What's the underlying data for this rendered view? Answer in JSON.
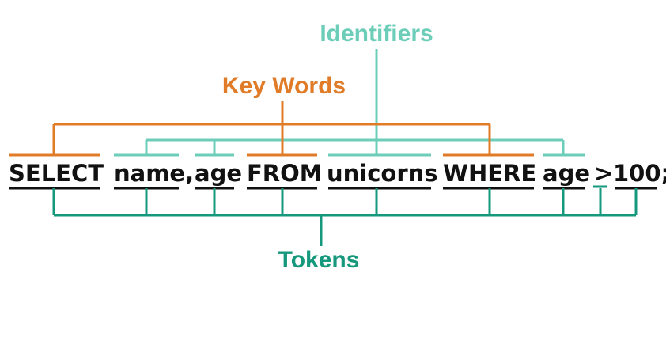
{
  "labels": {
    "identifiers": "Identifiers",
    "keywords": "Key Words",
    "tokens": "Tokens"
  },
  "tokens": [
    {
      "text": "SELECT",
      "kind": "keyword"
    },
    {
      "text": "name,",
      "kind": "identifier"
    },
    {
      "text": "age",
      "kind": "identifier"
    },
    {
      "text": "FROM",
      "kind": "keyword"
    },
    {
      "text": "unicorns",
      "kind": "identifier"
    },
    {
      "text": "WHERE",
      "kind": "keyword"
    },
    {
      "text": "age",
      "kind": "identifier"
    },
    {
      "text": ">",
      "kind": "operator"
    },
    {
      "text": "100;",
      "kind": "literal"
    }
  ],
  "colors": {
    "keyword": "#e07b28",
    "identifier": "#6ccdb8",
    "token": "#16987c",
    "text": "#111111",
    "underline": "#111111"
  }
}
